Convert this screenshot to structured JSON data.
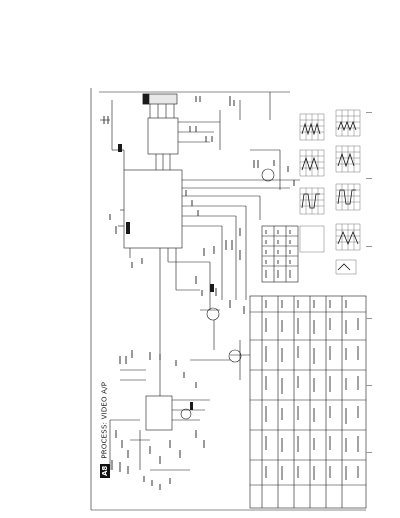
{
  "sheet": {
    "badge": "A8",
    "title": "PROCESS: VIDEO A/P"
  },
  "colors": {
    "ink": "#1a1a1a",
    "paper": "#ffffff",
    "faint": "#8a8a8a"
  },
  "icons": [
    "transistor-symbol",
    "ic-block",
    "waveform-grid",
    "connector-block"
  ]
}
